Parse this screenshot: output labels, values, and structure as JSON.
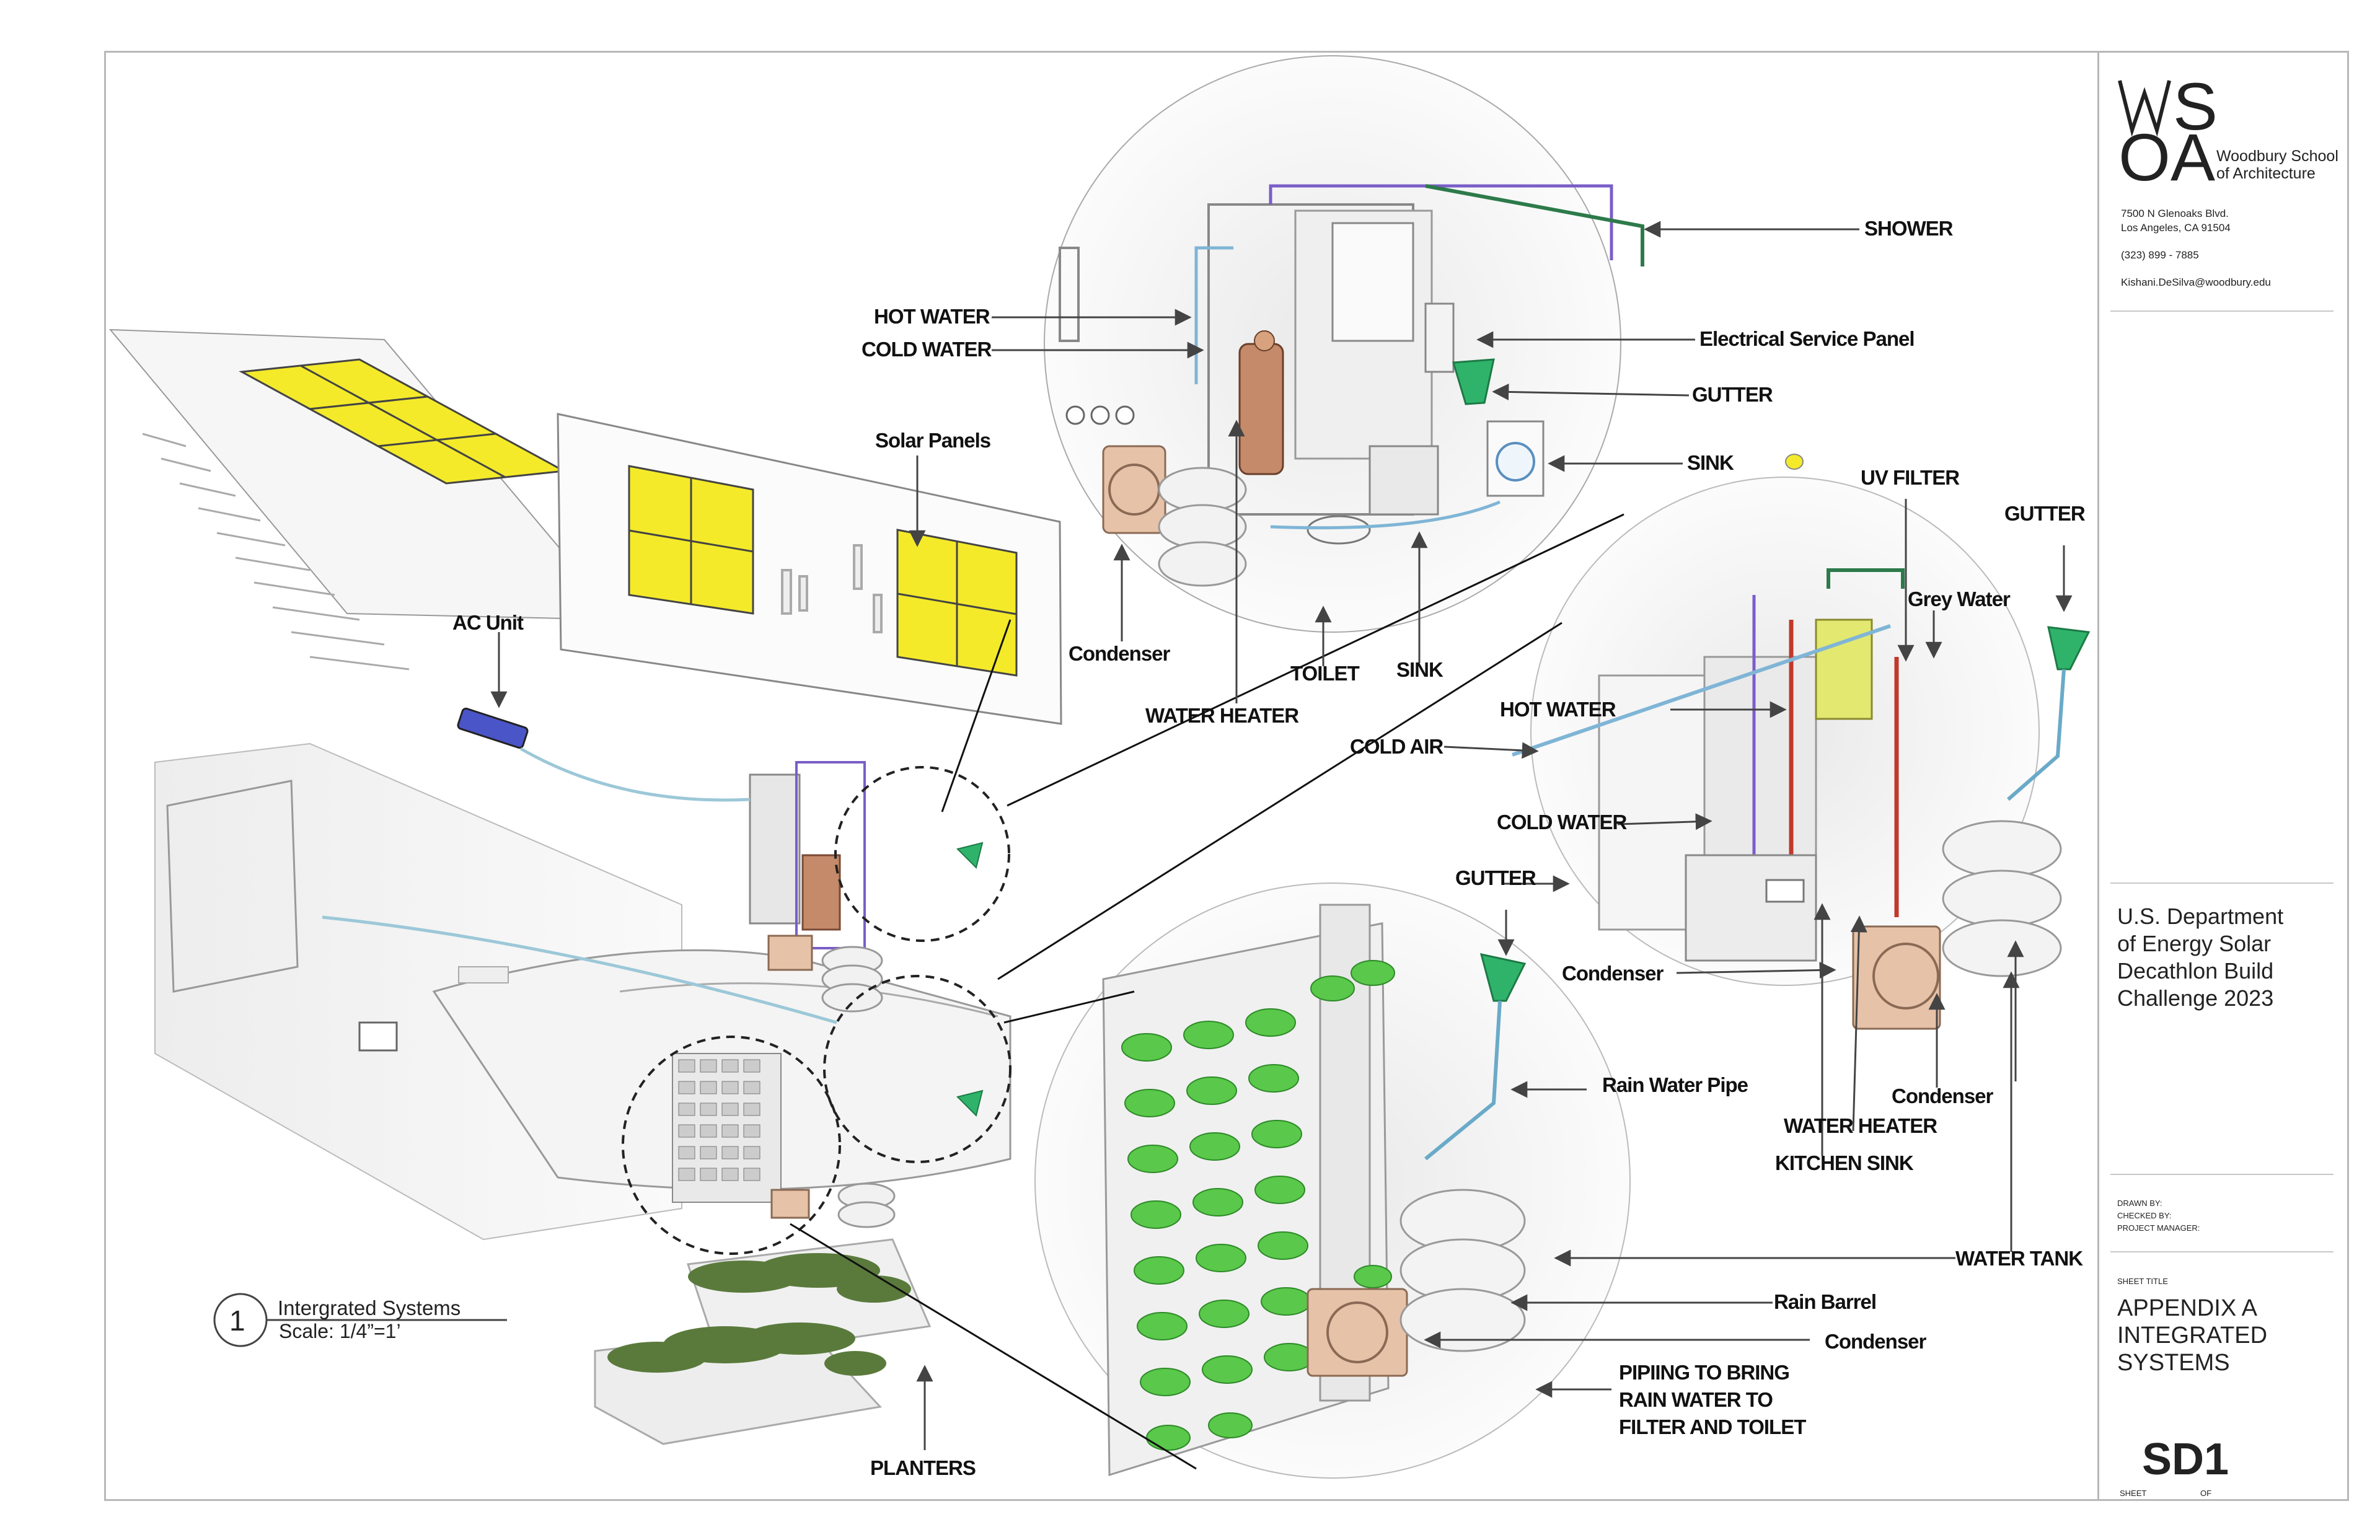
{
  "sheet": {
    "logo_mark_top": "S",
    "logo_mark_bottom": "OA",
    "school_line1": "Woodbury School",
    "school_line2": "of Architecture",
    "address_line1": "7500 N Glenoaks Blvd.",
    "address_line2": "Los Angeles, CA 91504",
    "phone": "(323) 899 - 7885",
    "email": "Kishani.DeSilva@woodbury.edu",
    "project_line1": "U.S. Department",
    "project_line2": "of Energy Solar",
    "project_line3": "Decathlon Build",
    "project_line4": "Challenge 2023",
    "drawn_by": "DRAWN BY:",
    "checked_by": "CHECKED BY:",
    "project_manager": "PROJECT MANAGER:",
    "sheet_title_label": "SHEET TITLE",
    "sheet_title_line1": "APPENDIX A",
    "sheet_title_line2": "INTEGRATED",
    "sheet_title_line3": "SYSTEMS",
    "sheet_number": "SD1",
    "sheet_label": "SHEET",
    "of_label": "OF"
  },
  "drawing": {
    "number": "1",
    "title": "Intergrated Systems",
    "scale": "Scale: 1/4”=1’"
  },
  "labels": {
    "shower": "SHOWER",
    "hot_water_top": "HOT WATER",
    "cold_water_top": "COLD WATER",
    "electrical_panel": "Electrical Service Panel",
    "gutter_top": "GUTTER",
    "sink_top": "SINK",
    "solar_panels": "Solar Panels",
    "uv_filter": "UV FILTER",
    "gutter_right": "GUTTER",
    "grey_water": "Grey Water",
    "ac_unit": "AC Unit",
    "condenser_top": "Condenser",
    "toilet": "TOILET",
    "sink_bottom": "SINK",
    "water_heater_top": "WATER HEATER",
    "hot_water_right": "HOT WATER",
    "cold_air": "COLD AIR",
    "cold_water_right": "COLD WATER",
    "gutter_mid": "GUTTER",
    "condenser_right": "Condenser",
    "rain_water_pipe": "Rain Water  Pipe",
    "condenser_right2": "Condenser",
    "water_heater_right": "WATER HEATER",
    "kitchen_sink": "KITCHEN SINK",
    "water_tank": "WATER TANK",
    "rain_barrel": "Rain Barrel",
    "condenser_bottom": "Condenser",
    "piping_line1": "PIPIING TO BRING",
    "piping_line2": "RAIN WATER TO",
    "piping_line3": "FILTER AND TOILET",
    "planters": "PLANTERS"
  },
  "colors": {
    "solar_yellow": "#f4ea2a",
    "gutter_green": "#2fb36b",
    "ac_blue": "#4a55c8",
    "condenser_tan": "#e6c2a8",
    "plant_green": "#5ac84a",
    "hot_pipe": "#c0392b",
    "cold_pipe": "#7fb5d6",
    "water_heater": "#c48a6a"
  }
}
